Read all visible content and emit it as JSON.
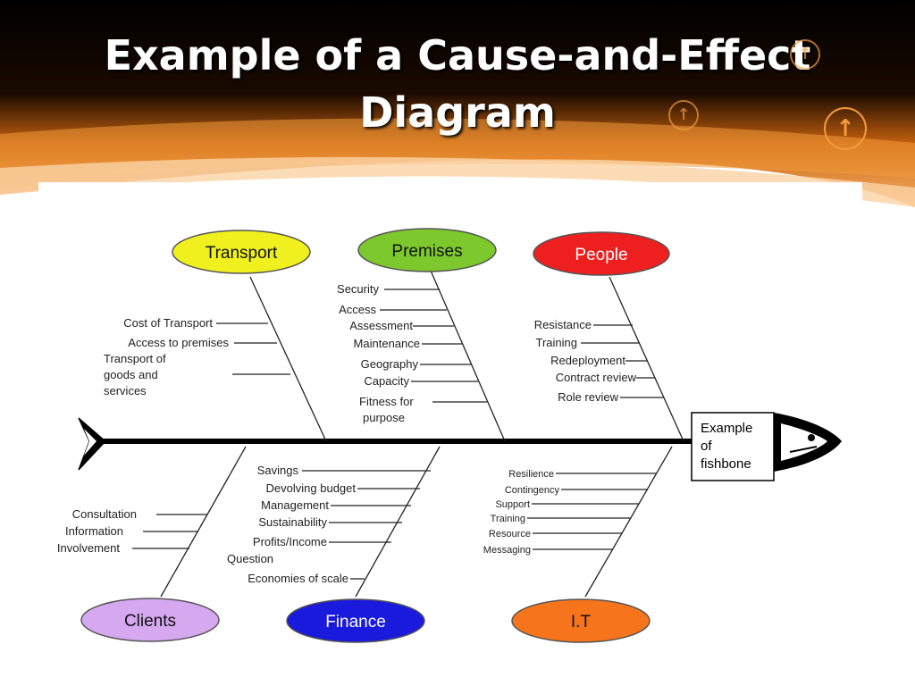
{
  "slide": {
    "title_line1": "Example of a Cause-and-Effect",
    "title_line2": "Diagram",
    "nav_icon_glyph": "↑",
    "colors": {
      "banner_dark": "#000000",
      "banner_orange": "#f28a1e",
      "nav_icon": "#f29a3d"
    }
  },
  "diagram": {
    "effect": {
      "line1": "Example",
      "line2": "of",
      "line3": "fishbone"
    },
    "categories": {
      "transport": {
        "label": "Transport",
        "color": "#f0f01e"
      },
      "premises": {
        "label": "Premises",
        "color": "#7cc82d"
      },
      "people": {
        "label": "People",
        "color": "#ee1f1f"
      },
      "clients": {
        "label": "Clients",
        "color": "#d6a8f0"
      },
      "finance": {
        "label": "Finance",
        "color": "#1a1adc"
      },
      "it": {
        "label": "I.T",
        "color": "#f5741c"
      }
    },
    "causes": {
      "transport": [
        "Cost of Transport",
        "Access to premises",
        "Transport of",
        "goods and",
        "services"
      ],
      "premises": [
        "Security",
        "Access",
        "Assessment",
        "Maintenance",
        "Geography",
        "Capacity",
        "Fitness for",
        "purpose"
      ],
      "people": [
        "Resistance",
        "Training",
        "Redeployment",
        "Contract review",
        "Role review"
      ],
      "clients": [
        "Consultation",
        "Information",
        "Involvement"
      ],
      "finance": [
        "Savings",
        "Devolving budget",
        "Management",
        "Sustainability",
        "Profits/Income",
        "Question",
        "Economies of scale"
      ],
      "it": [
        "Resilience",
        "Contingency",
        "Support",
        "Training",
        "Resource",
        "Messaging"
      ]
    }
  }
}
